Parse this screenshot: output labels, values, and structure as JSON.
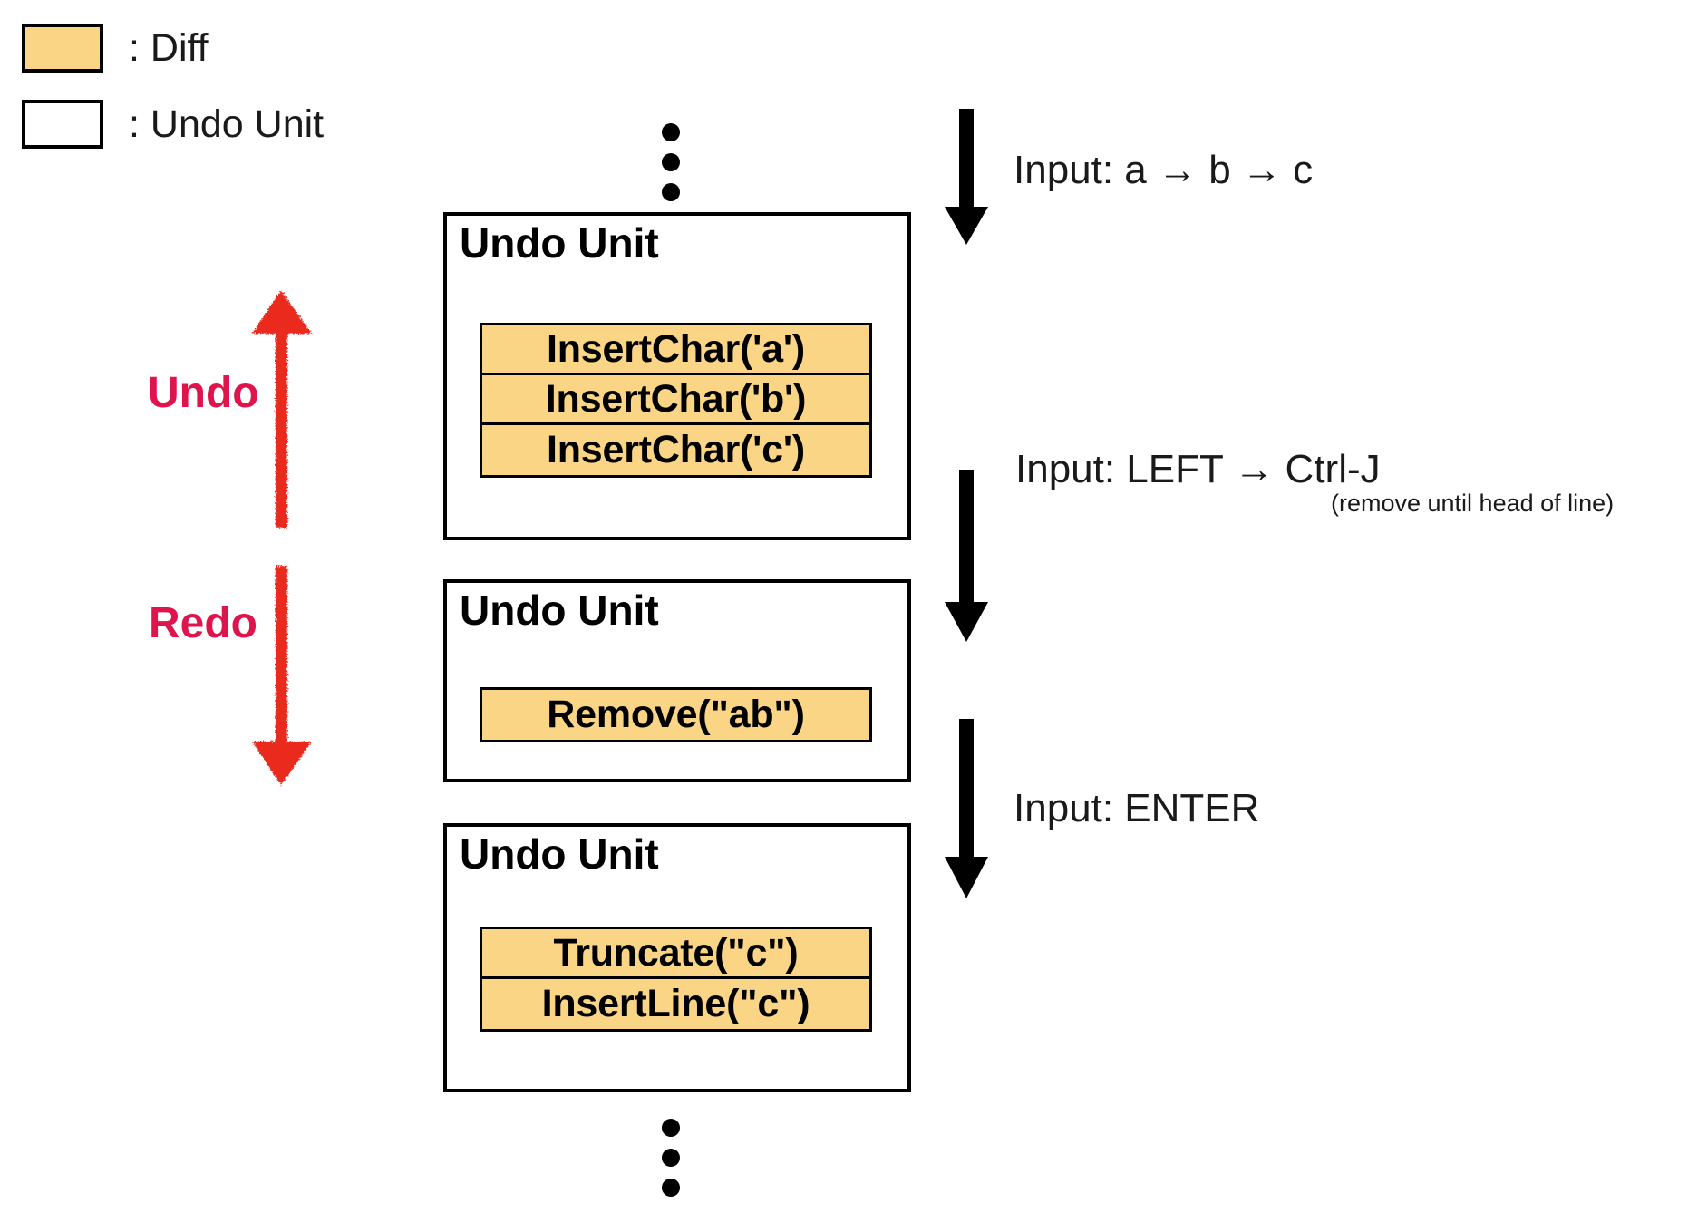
{
  "legend": {
    "items": [
      {
        "swatch": "diff",
        "label": ": Diff"
      },
      {
        "swatch": "unit",
        "label": ": Undo Unit"
      }
    ]
  },
  "colors": {
    "diff_fill": "#FAD586",
    "unit_fill": "#FFFFFF",
    "stroke": "#000000",
    "accent_red": "#E0144C",
    "arrow_red": "#EA2A1F",
    "text": "#1A1A1A"
  },
  "undo_units": [
    {
      "title": "Undo Unit",
      "diffs": [
        "InsertChar('a')",
        "InsertChar('b')",
        "InsertChar('c')"
      ]
    },
    {
      "title": "Undo Unit",
      "diffs": [
        "Remove(\"ab\")"
      ]
    },
    {
      "title": "Undo Unit",
      "diffs": [
        "Truncate(\"c\")",
        "InsertLine(\"c\")"
      ]
    }
  ],
  "flow_steps": [
    {
      "label": "Input: a → b → c",
      "sublabel": ""
    },
    {
      "label": "Input: LEFT → Ctrl-J",
      "sublabel": "(remove until head of line)"
    },
    {
      "label": "Input: ENTER",
      "sublabel": ""
    }
  ],
  "side_actions": [
    {
      "label": "Undo",
      "direction": "up"
    },
    {
      "label": "Redo",
      "direction": "down"
    }
  ],
  "ellipsis": {
    "top": "⋮",
    "bottom": "⋮"
  }
}
